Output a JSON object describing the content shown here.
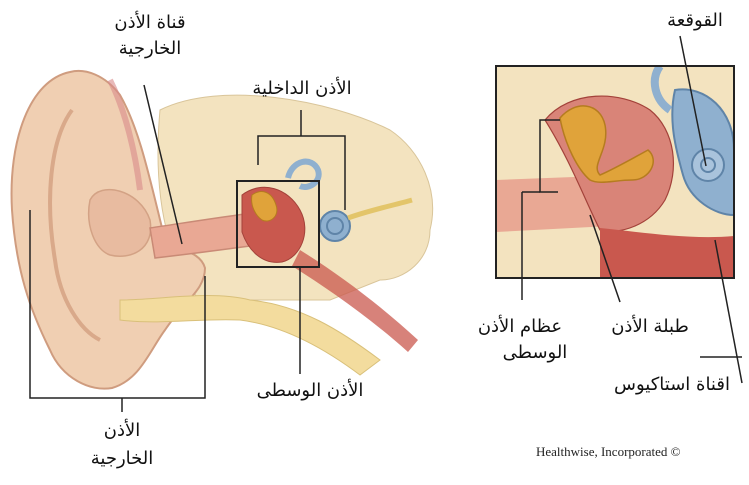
{
  "labels": {
    "ear_canal_top": [
      "قناة الأذن",
      "الخارجية"
    ],
    "inner_ear": "الأذن الداخلية",
    "middle_ear": "الأذن الوسطى",
    "outer_ear": [
      "الأذن",
      "الخارجية"
    ],
    "cochlea": "القوقعة",
    "ossicles": [
      "عظام الأذن",
      "الوسطى"
    ],
    "eardrum": "طبلة الأذن",
    "eustachian_tube": "اقناة استاكيوس"
  },
  "copyright": "Healthwise, Incorporated ©",
  "colors": {
    "skin": "#f0cfb2",
    "skin_dark": "#d9a98a",
    "bone": "#f3e3bf",
    "canal": "#e9a894",
    "tissue_red": "#c9584e",
    "ossicle": "#e0a33a",
    "inner_ear_blue": "#8fb0cf",
    "line": "#222222"
  }
}
